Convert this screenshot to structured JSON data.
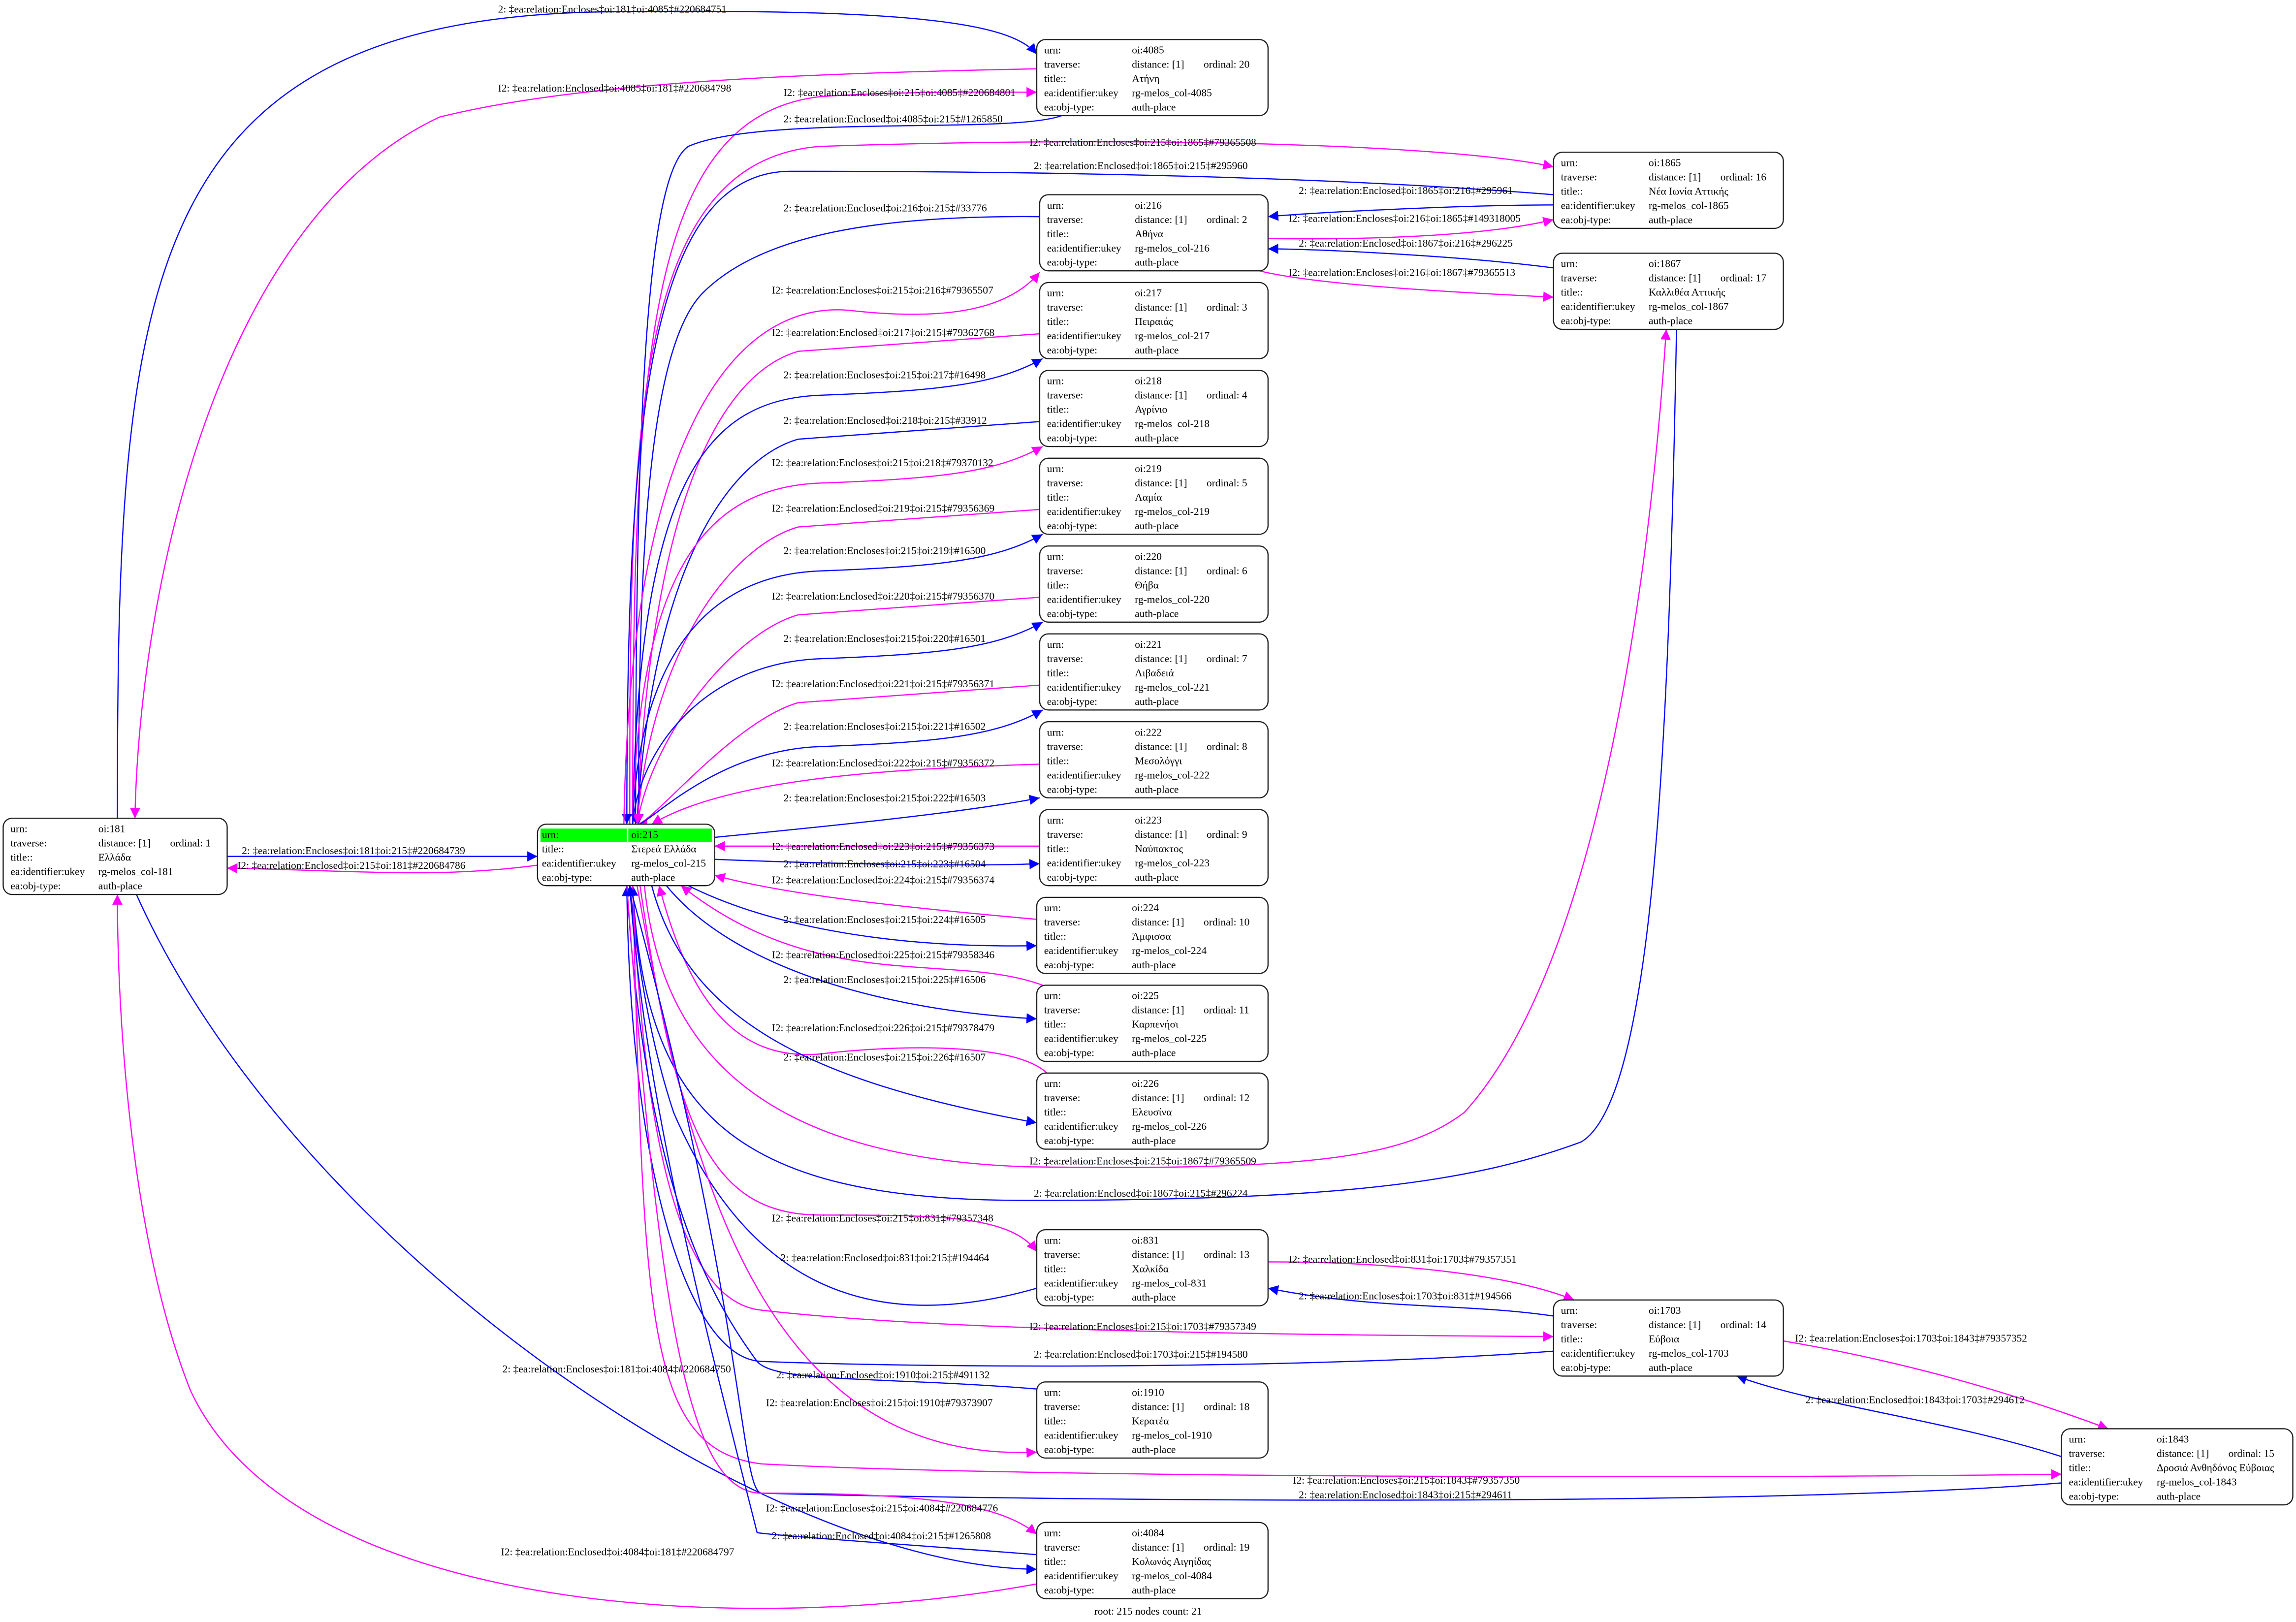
{
  "colors": {
    "blue": "#0000ff",
    "magenta": "#ff00ff",
    "root_highlight": "#00ff00"
  },
  "keys": {
    "urn": "urn:",
    "traverse": "traverse:",
    "title": "title::",
    "ukey": "ea:identifier:ukey",
    "obj_type": "ea:obj-type:"
  },
  "root_id": "215",
  "nodes": [
    {
      "id": "181",
      "urn": "oi:181",
      "distance": "distance: [1]",
      "ordinal": "ordinal: 1",
      "title": "Ελλάδα",
      "ukey": "rg-melos_col-181",
      "obj_type": "auth-place"
    },
    {
      "id": "215",
      "urn": "oi:215",
      "title": "Στερεά Ελλάδα",
      "ukey": "rg-melos_col-215",
      "obj_type": "auth-place"
    },
    {
      "id": "216",
      "urn": "oi:216",
      "distance": "distance: [1]",
      "ordinal": "ordinal: 2",
      "title": "Αθήνα",
      "ukey": "rg-melos_col-216",
      "obj_type": "auth-place"
    },
    {
      "id": "217",
      "urn": "oi:217",
      "distance": "distance: [1]",
      "ordinal": "ordinal: 3",
      "title": "Πειραιάς",
      "ukey": "rg-melos_col-217",
      "obj_type": "auth-place"
    },
    {
      "id": "218",
      "urn": "oi:218",
      "distance": "distance: [1]",
      "ordinal": "ordinal: 4",
      "title": "Αγρίνιο",
      "ukey": "rg-melos_col-218",
      "obj_type": "auth-place"
    },
    {
      "id": "219",
      "urn": "oi:219",
      "distance": "distance: [1]",
      "ordinal": "ordinal: 5",
      "title": "Λαμία",
      "ukey": "rg-melos_col-219",
      "obj_type": "auth-place"
    },
    {
      "id": "220",
      "urn": "oi:220",
      "distance": "distance: [1]",
      "ordinal": "ordinal: 6",
      "title": "Θήβα",
      "ukey": "rg-melos_col-220",
      "obj_type": "auth-place"
    },
    {
      "id": "221",
      "urn": "oi:221",
      "distance": "distance: [1]",
      "ordinal": "ordinal: 7",
      "title": "Λιβαδειά",
      "ukey": "rg-melos_col-221",
      "obj_type": "auth-place"
    },
    {
      "id": "222",
      "urn": "oi:222",
      "distance": "distance: [1]",
      "ordinal": "ordinal: 8",
      "title": "Μεσολόγγι",
      "ukey": "rg-melos_col-222",
      "obj_type": "auth-place"
    },
    {
      "id": "223",
      "urn": "oi:223",
      "distance": "distance: [1]",
      "ordinal": "ordinal: 9",
      "title": "Ναύπακτος",
      "ukey": "rg-melos_col-223",
      "obj_type": "auth-place"
    },
    {
      "id": "224",
      "urn": "oi:224",
      "distance": "distance: [1]",
      "ordinal": "ordinal: 10",
      "title": "Άμφισσα",
      "ukey": "rg-melos_col-224",
      "obj_type": "auth-place"
    },
    {
      "id": "225",
      "urn": "oi:225",
      "distance": "distance: [1]",
      "ordinal": "ordinal: 11",
      "title": "Καρπενήσι",
      "ukey": "rg-melos_col-225",
      "obj_type": "auth-place"
    },
    {
      "id": "226",
      "urn": "oi:226",
      "distance": "distance: [1]",
      "ordinal": "ordinal: 12",
      "title": "Ελευσίνα",
      "ukey": "rg-melos_col-226",
      "obj_type": "auth-place"
    },
    {
      "id": "831",
      "urn": "oi:831",
      "distance": "distance: [1]",
      "ordinal": "ordinal: 13",
      "title": "Χαλκίδα",
      "ukey": "rg-melos_col-831",
      "obj_type": "auth-place"
    },
    {
      "id": "1703",
      "urn": "oi:1703",
      "distance": "distance: [1]",
      "ordinal": "ordinal: 14",
      "title": "Εύβοια",
      "ukey": "rg-melos_col-1703",
      "obj_type": "auth-place"
    },
    {
      "id": "1843",
      "urn": "oi:1843",
      "distance": "distance: [1]",
      "ordinal": "ordinal: 15",
      "title": "Δροσιά Ανθηδόνος Εύβοιας",
      "ukey": "rg-melos_col-1843",
      "obj_type": "auth-place"
    },
    {
      "id": "1865",
      "urn": "oi:1865",
      "distance": "distance: [1]",
      "ordinal": "ordinal: 16",
      "title": "Νέα Ιωνία Αττικής",
      "ukey": "rg-melos_col-1865",
      "obj_type": "auth-place"
    },
    {
      "id": "1867",
      "urn": "oi:1867",
      "distance": "distance: [1]",
      "ordinal": "ordinal: 17",
      "title": "Καλλιθέα Αττικής",
      "ukey": "rg-melos_col-1867",
      "obj_type": "auth-place"
    },
    {
      "id": "1910",
      "urn": "oi:1910",
      "distance": "distance: [1]",
      "ordinal": "ordinal: 18",
      "title": "Κερατέα",
      "ukey": "rg-melos_col-1910",
      "obj_type": "auth-place"
    },
    {
      "id": "4084",
      "urn": "oi:4084",
      "distance": "distance: [1]",
      "ordinal": "ordinal: 19",
      "title": "Κολωνός Αιγηίδας",
      "ukey": "rg-melos_col-4084",
      "obj_type": "auth-place"
    },
    {
      "id": "4085",
      "urn": "oi:4085",
      "distance": "distance: [1]",
      "ordinal": "ordinal: 20",
      "title": "Ατήνη",
      "ukey": "rg-melos_col-4085",
      "obj_type": "auth-place"
    }
  ],
  "edges": [
    {
      "label": "2: ‡ea:relation:Encloses‡oi:181‡oi:4085‡#220684751",
      "color": "blue"
    },
    {
      "label": "I2: ‡ea:relation:Enclosed‡oi:4085‡oi:181‡#220684798",
      "color": "magenta"
    },
    {
      "label": "I2: ‡ea:relation:Encloses‡oi:215‡oi:4085‡#220684801",
      "color": "magenta"
    },
    {
      "label": "2: ‡ea:relation:Enclosed‡oi:4085‡oi:215‡#1265850",
      "color": "blue"
    },
    {
      "label": "I2: ‡ea:relation:Encloses‡oi:215‡oi:1865‡#79365508",
      "color": "magenta"
    },
    {
      "label": "2: ‡ea:relation:Enclosed‡oi:1865‡oi:215‡#295960",
      "color": "blue"
    },
    {
      "label": "2: ‡ea:relation:Enclosed‡oi:1865‡oi:216‡#295961",
      "color": "blue"
    },
    {
      "label": "I2: ‡ea:relation:Encloses‡oi:216‡oi:1865‡#149318005",
      "color": "magenta"
    },
    {
      "label": "2: ‡ea:relation:Enclosed‡oi:1867‡oi:216‡#296225",
      "color": "blue"
    },
    {
      "label": "I2: ‡ea:relation:Encloses‡oi:216‡oi:1867‡#79365513",
      "color": "magenta"
    },
    {
      "label": "2: ‡ea:relation:Enclosed‡oi:216‡oi:215‡#33776",
      "color": "blue"
    },
    {
      "label": "I2: ‡ea:relation:Encloses‡oi:215‡oi:216‡#79365507",
      "color": "magenta"
    },
    {
      "label": "I2: ‡ea:relation:Enclosed‡oi:217‡oi:215‡#79362768",
      "color": "magenta"
    },
    {
      "label": "2: ‡ea:relation:Encloses‡oi:215‡oi:217‡#16498",
      "color": "blue"
    },
    {
      "label": "2: ‡ea:relation:Enclosed‡oi:218‡oi:215‡#33912",
      "color": "blue"
    },
    {
      "label": "I2: ‡ea:relation:Encloses‡oi:215‡oi:218‡#79370132",
      "color": "magenta"
    },
    {
      "label": "I2: ‡ea:relation:Enclosed‡oi:219‡oi:215‡#79356369",
      "color": "magenta"
    },
    {
      "label": "2: ‡ea:relation:Encloses‡oi:215‡oi:219‡#16500",
      "color": "blue"
    },
    {
      "label": "I2: ‡ea:relation:Enclosed‡oi:220‡oi:215‡#79356370",
      "color": "magenta"
    },
    {
      "label": "2: ‡ea:relation:Encloses‡oi:215‡oi:220‡#16501",
      "color": "blue"
    },
    {
      "label": "I2: ‡ea:relation:Enclosed‡oi:221‡oi:215‡#79356371",
      "color": "magenta"
    },
    {
      "label": "2: ‡ea:relation:Encloses‡oi:215‡oi:221‡#16502",
      "color": "blue"
    },
    {
      "label": "I2: ‡ea:relation:Enclosed‡oi:222‡oi:215‡#79356372",
      "color": "magenta"
    },
    {
      "label": "2: ‡ea:relation:Encloses‡oi:215‡oi:222‡#16503",
      "color": "blue"
    },
    {
      "label": "I2: ‡ea:relation:Enclosed‡oi:223‡oi:215‡#79356373",
      "color": "magenta"
    },
    {
      "label": "2: ‡ea:relation:Encloses‡oi:215‡oi:223‡#16504",
      "color": "blue"
    },
    {
      "label": "I2: ‡ea:relation:Enclosed‡oi:224‡oi:215‡#79356374",
      "color": "magenta"
    },
    {
      "label": "2: ‡ea:relation:Encloses‡oi:215‡oi:224‡#16505",
      "color": "blue"
    },
    {
      "label": "I2: ‡ea:relation:Enclosed‡oi:225‡oi:215‡#79358346",
      "color": "magenta"
    },
    {
      "label": "2: ‡ea:relation:Encloses‡oi:215‡oi:225‡#16506",
      "color": "blue"
    },
    {
      "label": "I2: ‡ea:relation:Enclosed‡oi:226‡oi:215‡#79378479",
      "color": "magenta"
    },
    {
      "label": "2: ‡ea:relation:Encloses‡oi:215‡oi:226‡#16507",
      "color": "blue"
    },
    {
      "label": "I2: ‡ea:relation:Encloses‡oi:215‡oi:1867‡#79365509",
      "color": "magenta"
    },
    {
      "label": "2: ‡ea:relation:Enclosed‡oi:1867‡oi:215‡#296224",
      "color": "blue"
    },
    {
      "label": "I2: ‡ea:relation:Encloses‡oi:215‡oi:831‡#79357348",
      "color": "magenta"
    },
    {
      "label": "2: ‡ea:relation:Enclosed‡oi:831‡oi:215‡#194464",
      "color": "blue"
    },
    {
      "label": "I2: ‡ea:relation:Enclosed‡oi:831‡oi:1703‡#79357351",
      "color": "magenta"
    },
    {
      "label": "2: ‡ea:relation:Encloses‡oi:1703‡oi:831‡#194566",
      "color": "blue"
    },
    {
      "label": "I2: ‡ea:relation:Encloses‡oi:215‡oi:1703‡#79357349",
      "color": "magenta"
    },
    {
      "label": "2: ‡ea:relation:Enclosed‡oi:1703‡oi:215‡#194580",
      "color": "blue"
    },
    {
      "label": "I2: ‡ea:relation:Encloses‡oi:1703‡oi:1843‡#79357352",
      "color": "magenta"
    },
    {
      "label": "2: ‡ea:relation:Enclosed‡oi:1843‡oi:1703‡#294612",
      "color": "blue"
    },
    {
      "label": "2: ‡ea:relation:Enclosed‡oi:1910‡oi:215‡#491132",
      "color": "blue"
    },
    {
      "label": "I2: ‡ea:relation:Encloses‡oi:215‡oi:1910‡#79373907",
      "color": "magenta"
    },
    {
      "label": "I2: ‡ea:relation:Encloses‡oi:215‡oi:1843‡#79357350",
      "color": "magenta"
    },
    {
      "label": "2: ‡ea:relation:Enclosed‡oi:1843‡oi:215‡#294611",
      "color": "blue"
    },
    {
      "label": "2: ‡ea:relation:Encloses‡oi:181‡oi:4084‡#220684750",
      "color": "blue"
    },
    {
      "label": "I2: ‡ea:relation:Enclosed‡oi:4084‡oi:181‡#220684797",
      "color": "magenta"
    },
    {
      "label": "I2: ‡ea:relation:Encloses‡oi:215‡oi:4084‡#220684776",
      "color": "magenta"
    },
    {
      "label": "2: ‡ea:relation:Enclosed‡oi:4084‡oi:215‡#1265808",
      "color": "blue"
    },
    {
      "label": "2: ‡ea:relation:Encloses‡oi:181‡oi:215‡#220684739",
      "color": "blue"
    },
    {
      "label": "I2: ‡ea:relation:Enclosed‡oi:215‡oi:181‡#220684786",
      "color": "magenta"
    }
  ],
  "footer": "root: 215 nodes count: 21"
}
